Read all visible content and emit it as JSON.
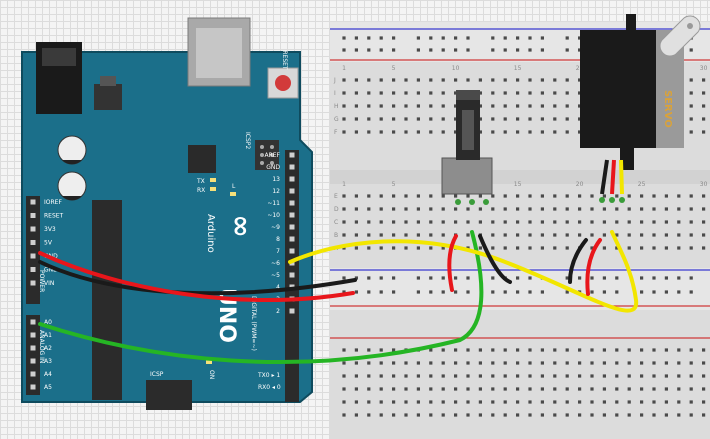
{
  "arduino": {
    "brand": "Arduino",
    "logo_mark": "∞",
    "model": "UNO",
    "reset_label": "RESET",
    "icsp2_label": "ICSP2",
    "icsp_label": "ICSP",
    "tx_label": "TX",
    "rx_label": "RX",
    "l_label": "L",
    "on_label": "ON",
    "digital_label": "DIGITAL (PWM=~)",
    "power_label": "POWER",
    "analog_label": "ANALOG IN",
    "txo_label": "TX0 ▸ 1",
    "rxo_label": "RX0 ◂ 0",
    "digital_pins": [
      "AREF",
      "GND",
      "13",
      "12",
      "~11",
      "~10",
      "~9",
      "8",
      "7",
      "~6",
      "~5",
      "4",
      "~3",
      "2"
    ],
    "power_pins": [
      "IOREF",
      "RESET",
      "3V3",
      "5V",
      "GND",
      "GND",
      "VIN"
    ],
    "analog_pins": [
      "A0",
      "A1",
      "A2",
      "A3",
      "A4",
      "A5"
    ]
  },
  "breadboard": {
    "row_letters_top": [
      "J",
      "I",
      "H",
      "G",
      "F"
    ],
    "row_letters_bottom": [
      "E",
      "D",
      "C",
      "B",
      "A"
    ],
    "column_numbers": [
      "1",
      "5",
      "10",
      "15",
      "20",
      "25",
      "30"
    ]
  },
  "servo": {
    "label": "SERVO"
  },
  "colors": {
    "board": "#1b6f8a",
    "wire_red": "#e8161b",
    "wire_black": "#1a1a1a",
    "wire_yellow": "#f2e600",
    "wire_green": "#25b524",
    "breadboard": "#dedede"
  }
}
